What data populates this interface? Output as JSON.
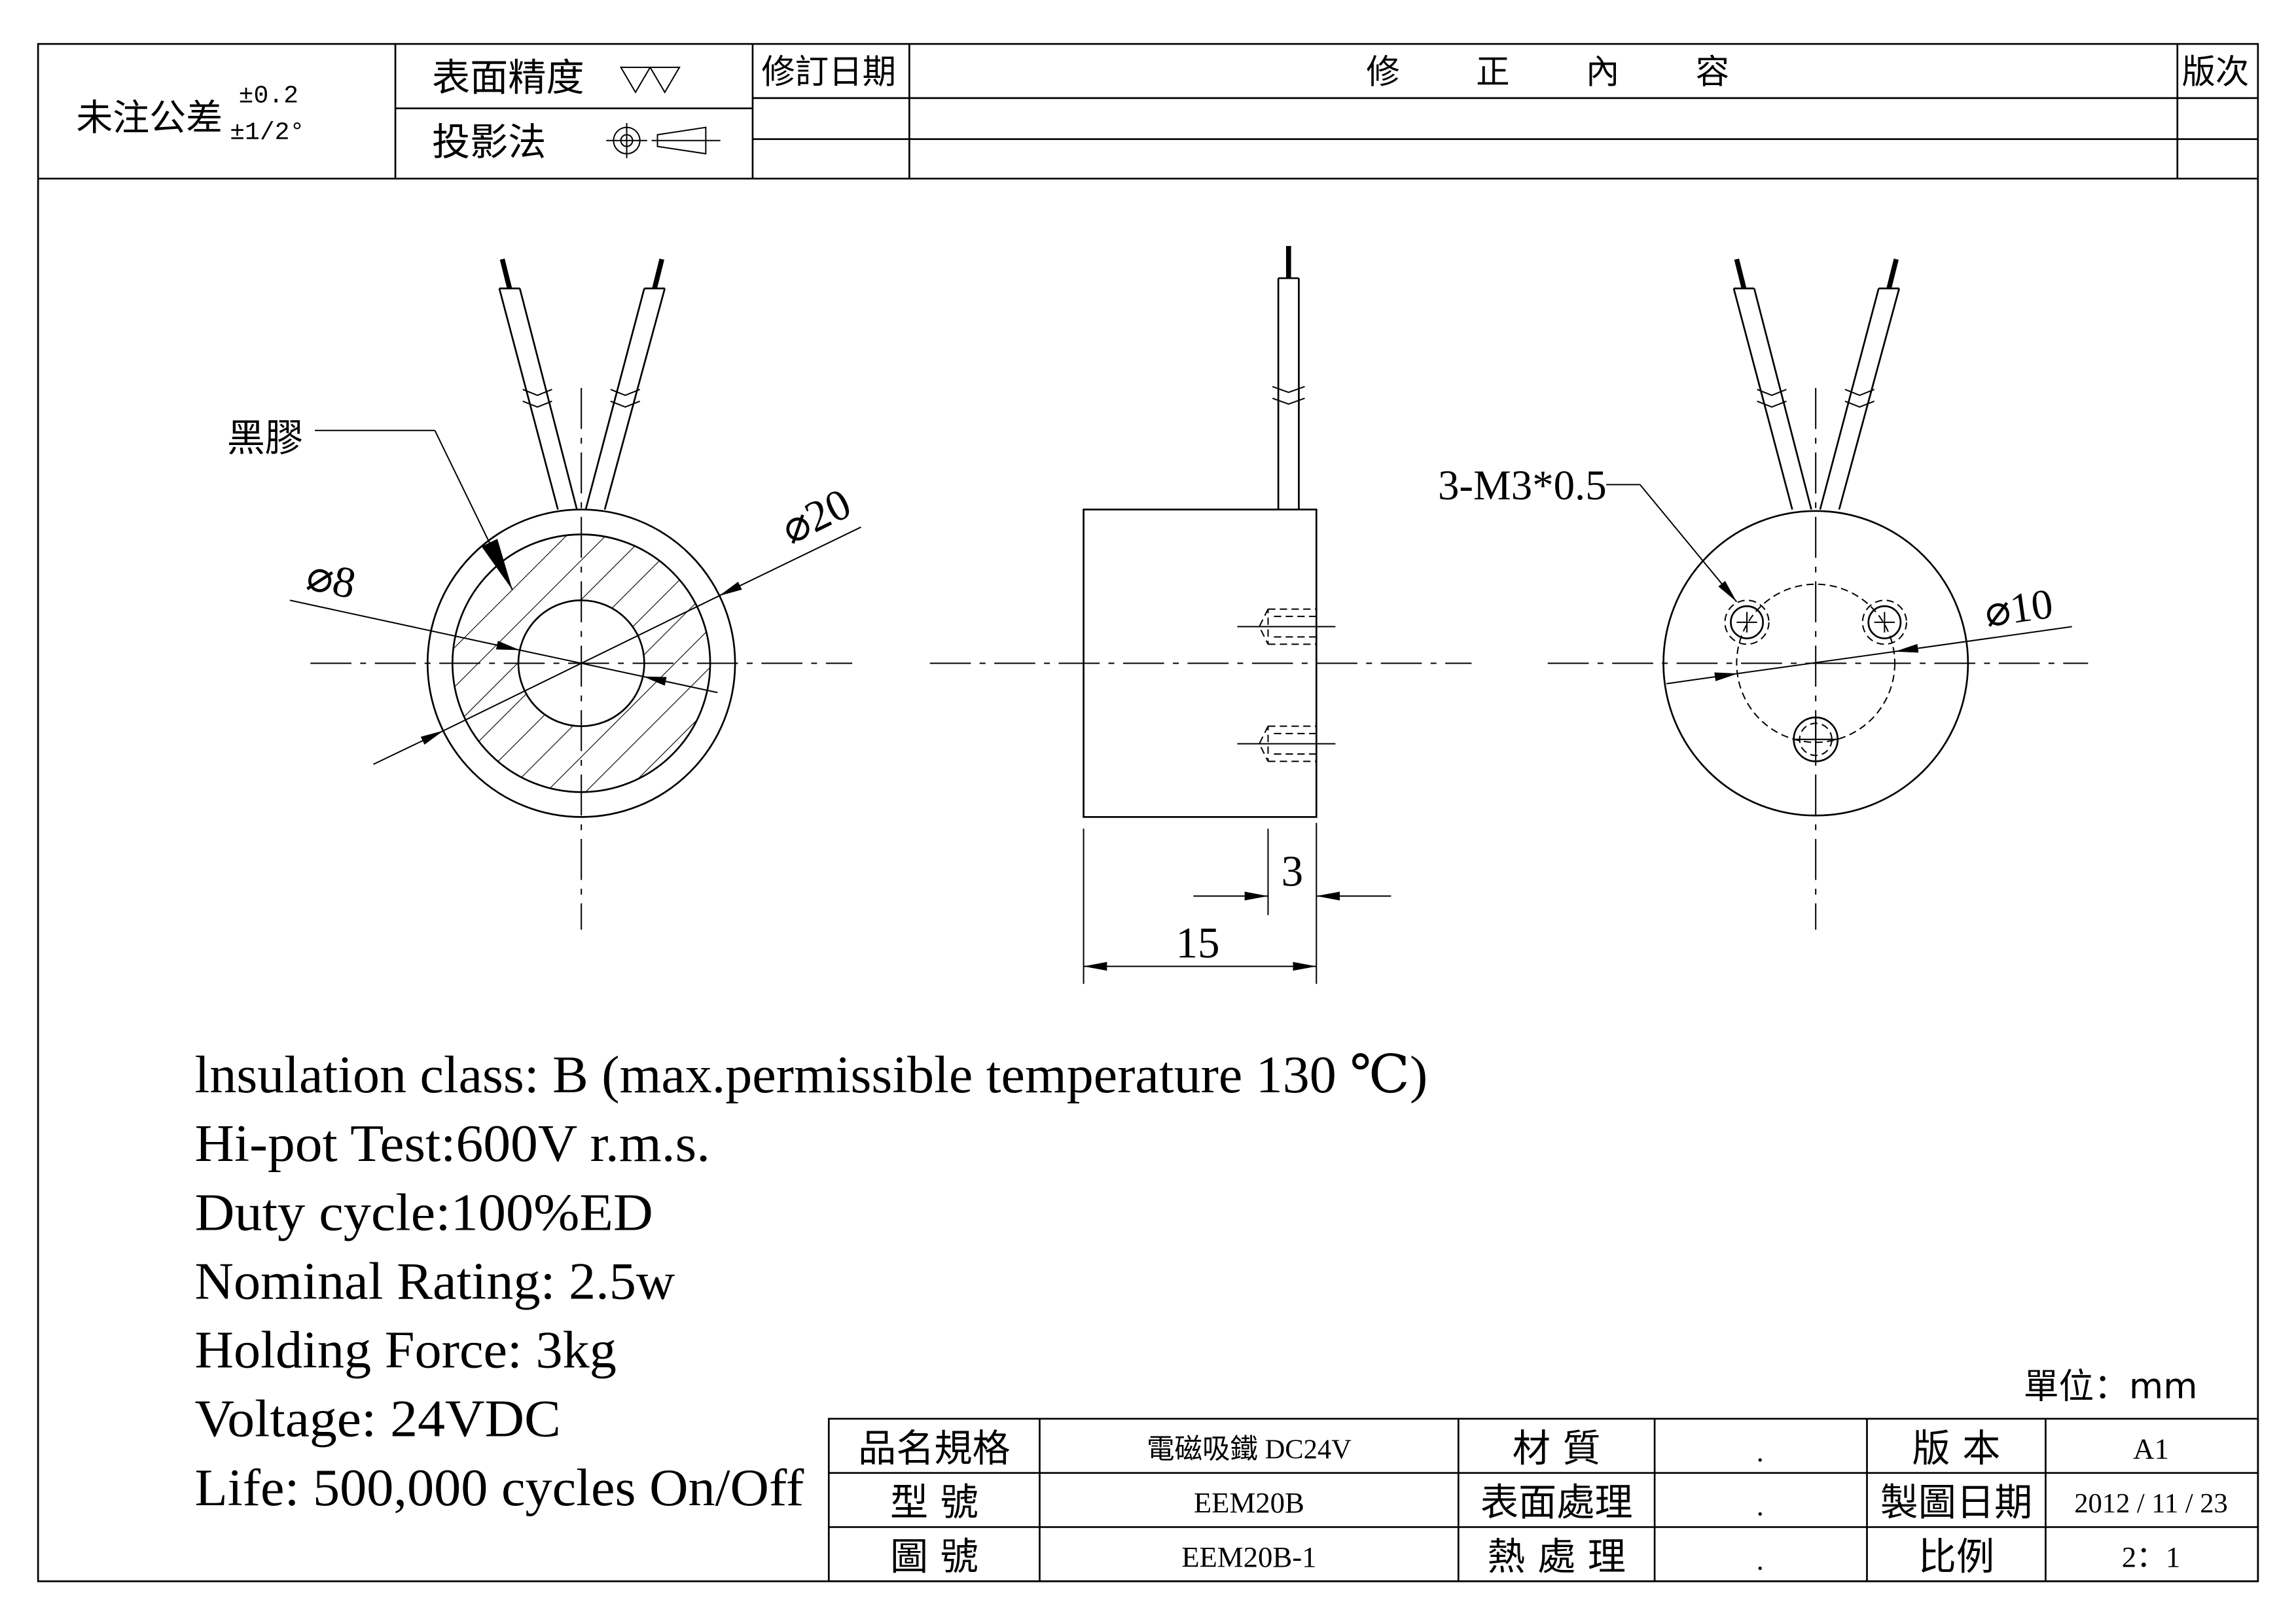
{
  "header": {
    "tolerance_label": "未注公差",
    "tolerance_linear": "±0.2",
    "tolerance_angular": "±1/2°",
    "surface_finish_label": "表面精度",
    "projection_label": "投影法",
    "revision_date_label": "修訂日期",
    "revision_content_label": "修正內容",
    "version_label": "版次"
  },
  "views": {
    "front": {
      "material_callout": "黑膠",
      "inner_diameter": "⌀8",
      "outer_diameter": "⌀20"
    },
    "side": {
      "thread_depth": "3",
      "body_length": "15"
    },
    "rear": {
      "thread_callout": "3-M3*0.5",
      "pitch_diameter": "⌀10"
    }
  },
  "specs": [
    "lnsulation class: B (max.permissible temperature 130 ℃)",
    "Hi-pot Test:600V r.m.s.",
    "Duty cycle:100%ED",
    "Nominal Rating: 2.5w",
    "Holding Force: 3kg",
    "Voltage: 24VDC",
    "Life: 500,000 cycles On/Off"
  ],
  "unit_label": "單位：mm",
  "title_block": {
    "product_name_label": "品名規格",
    "product_name": "電磁吸鐵 DC24V",
    "material_label": "材 質",
    "material": ".",
    "version_label": "版 本",
    "version": "A1",
    "model_label": "型 號",
    "model": "EEM20B",
    "surface_treatment_label": "表面處理",
    "surface_treatment": ".",
    "drawing_date_label": "製圖日期",
    "drawing_date": "2012 / 11 / 23",
    "drawing_number_label": "圖 號",
    "drawing_number": "EEM20B-1",
    "heat_treatment_label": "熱 處 理",
    "heat_treatment": ".",
    "scale_label": "比例",
    "scale": "2：1"
  }
}
